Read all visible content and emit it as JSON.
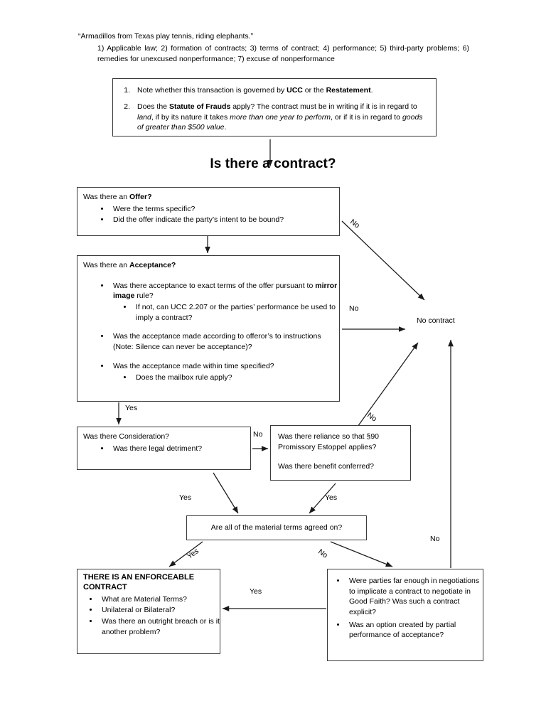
{
  "header": {
    "quote": "“Armadillos from Texas play tennis, riding elephants.”",
    "elements": "1) Applicable law; 2) formation of contracts; 3) terms of contract; 4) performance; 5) third-party problems; 6) remedies for unexcused nonperformance; 7) excuse of nonperformance"
  },
  "note_box": {
    "items": [
      {
        "number": "1.",
        "segments": [
          {
            "text": "Note whether this transaction is governed by ",
            "style": "normal"
          },
          {
            "text": "UCC",
            "style": "bold"
          },
          {
            "text": " or the ",
            "style": "normal"
          },
          {
            "text": "Restatement",
            "style": "bold"
          },
          {
            "text": ".",
            "style": "normal"
          }
        ]
      },
      {
        "number": "2.",
        "segments": [
          {
            "text": "Does the ",
            "style": "normal"
          },
          {
            "text": "Statute of Frauds",
            "style": "bold"
          },
          {
            "text": " apply? The contract must be in writing if it is in regard to ",
            "style": "normal"
          },
          {
            "text": "land",
            "style": "italic"
          },
          {
            "text": ", if by its nature it takes ",
            "style": "normal"
          },
          {
            "text": "more than one year to perform",
            "style": "italic"
          },
          {
            "text": ", or if it is in regard to ",
            "style": "normal"
          },
          {
            "text": "goods of greater than $500 value",
            "style": "italic"
          },
          {
            "text": ".",
            "style": "normal"
          }
        ]
      }
    ]
  },
  "main_title": "Is there a contract?",
  "nodes": {
    "offer": {
      "heading_plain": "Was there an ",
      "heading_bold": "Offer?",
      "bullets": [
        "Were the terms specific?",
        "Did the offer indicate the party’s intent to be bound?"
      ]
    },
    "acceptance": {
      "heading_plain": "Was there an ",
      "heading_bold": "Acceptance?",
      "bullet1_a": "Was there acceptance to exact terms of the offer pursuant to ",
      "bullet1_bold": "mirror image",
      "bullet1_b": " rule?",
      "bullet1_sub": "If not, can UCC 2.207 or the parties’ performance be used to imply a contract?",
      "bullet2": "Was the acceptance made according to offeror’s to instructions (Note: Silence can never be acceptance)?",
      "bullet3": "Was the acceptance made within time specified?",
      "bullet3_sub": "Does the mailbox rule apply?"
    },
    "consideration": {
      "heading": "Was there Consideration?",
      "bullets": [
        "Was there legal detriment?"
      ]
    },
    "estoppel": {
      "line1": "Was there reliance so that §90 Promissory Estoppel applies?",
      "line2": "Was there benefit conferred?"
    },
    "material_terms": {
      "text": "Are all of the material terms agreed on?"
    },
    "enforceable": {
      "title": "THERE IS AN ENFORCEABLE CONTRACT",
      "bullets": [
        "What are Material Terms?",
        "Unilateral or Bilateral?",
        "Was there an outright breach or is it another problem?"
      ]
    },
    "good_faith": {
      "bullets": [
        "Were parties far enough in negotiations to implicate a contract to negotiate in Good Faith? Was such a contract explicit?",
        "Was an option created by partial performance of acceptance?"
      ]
    },
    "no_contract": {
      "text": "No contract"
    }
  },
  "edge_labels": {
    "offer_no": "No",
    "acceptance_no": "No",
    "acceptance_yes": "Yes",
    "consideration_no": "No",
    "consideration_yes": "Yes",
    "estoppel_no": "No",
    "estoppel_yes": "Yes",
    "material_yes": "Yes",
    "material_no": "No",
    "goodfaith_yes": "Yes",
    "goodfaith_no": "No"
  },
  "colors": {
    "stroke": "#3a3a3a",
    "arrow": "#1a1a1a",
    "text": "#000000",
    "background": "#ffffff"
  }
}
